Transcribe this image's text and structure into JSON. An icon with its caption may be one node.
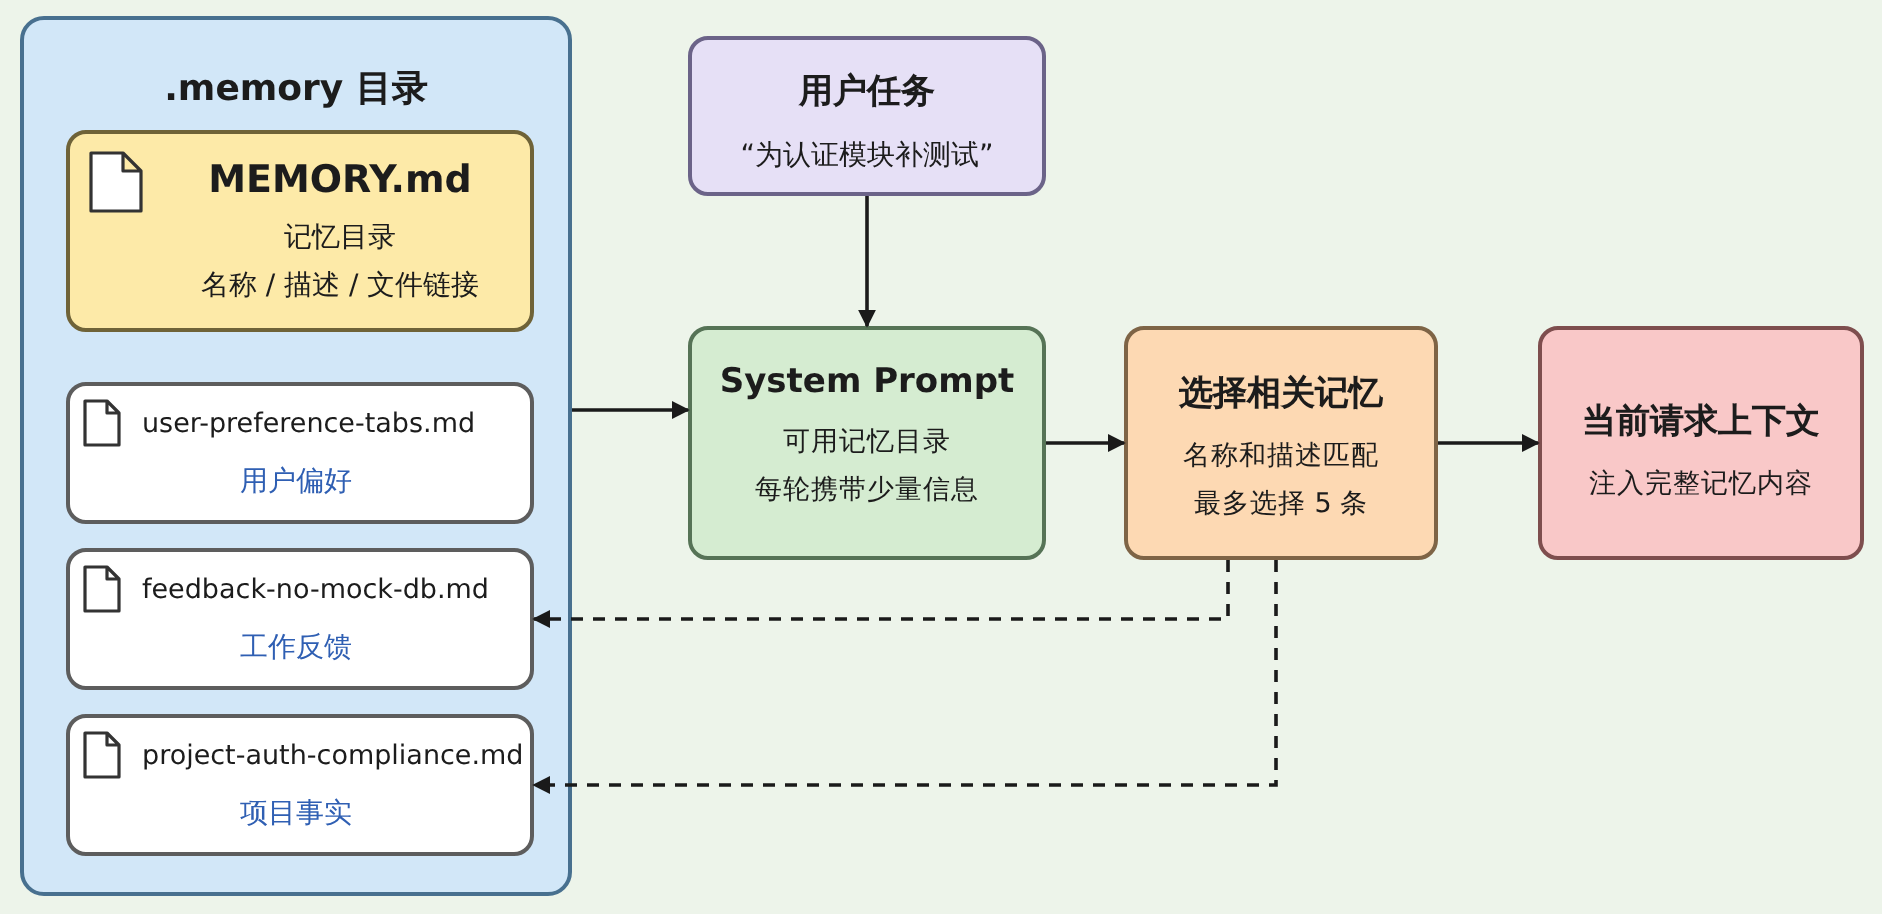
{
  "diagram": {
    "nodes": [
      {
        "text": [
          ".memory 目录"
        ]
      },
      {
        "text": [
          "MEMORY.md",
          "记忆目录",
          "名称 / 描述 / 文件链接"
        ],
        "in": 0
      },
      {
        "text": [
          "user-preference-tabs.md",
          "用户偏好"
        ],
        "in": 0
      },
      {
        "text": [
          "feedback-no-mock-db.md",
          "工作反馈"
        ],
        "in": 0
      },
      {
        "text": [
          "project-auth-compliance.md",
          "项目事实"
        ],
        "in": 0
      },
      {
        "text": [
          "用户任务",
          "“为认证模块补测试”"
        ]
      },
      {
        "text": [
          "System Prompt",
          "可用记忆目录",
          "每轮携带少量信息"
        ]
      },
      {
        "text": [
          "选择相关记忆",
          "名称和描述匹配",
          "最多选择 5 条"
        ]
      },
      {
        "text": [
          "当前请求上下文",
          "注入完整记忆内容"
        ]
      }
    ],
    "edges": [
      {
        "from": 5,
        "to": 6,
        "arrow": "to"
      },
      {
        "from": 0,
        "to": 6,
        "arrow": "to"
      },
      {
        "from": 6,
        "to": 7,
        "arrow": "to"
      },
      {
        "from": 7,
        "to": 8,
        "arrow": "to"
      },
      {
        "from": 7,
        "to": 3,
        "arrow": "to",
        "style": "dashed"
      },
      {
        "from": 7,
        "to": 4,
        "arrow": "to",
        "style": "dashed"
      }
    ]
  }
}
